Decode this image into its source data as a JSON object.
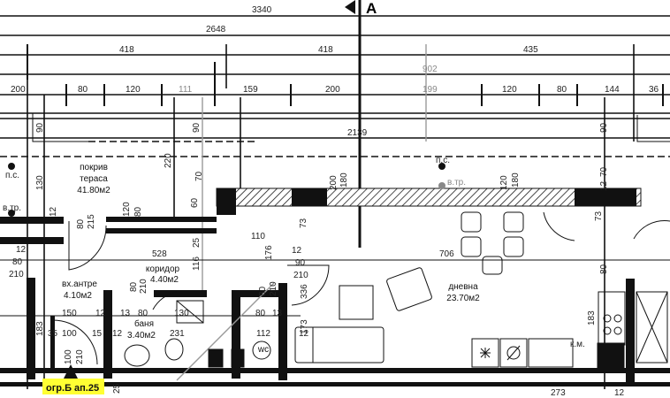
{
  "section_mark": {
    "label": "A"
  },
  "dimensions": {
    "row1": [
      "3340"
    ],
    "row2": [
      "2648"
    ],
    "row3": [
      "418",
      "418",
      "435"
    ],
    "row4": [
      "902"
    ],
    "row5": [
      "200",
      "80",
      "120",
      "111",
      "159",
      "200",
      "199",
      "120",
      "80",
      "144",
      "36"
    ],
    "inner": [
      "2139",
      "90",
      "90",
      "90",
      "220",
      "70",
      "70",
      "130",
      "12",
      "200",
      "180",
      "120",
      "180",
      "12",
      "528",
      "706",
      "116",
      "25",
      "110",
      "176",
      "73",
      "73",
      "80",
      "215",
      "120",
      "80",
      "12",
      "80",
      "210",
      "12",
      "90",
      "210",
      "80",
      "210",
      "80",
      "210",
      "150",
      "12",
      "13",
      "80",
      "130",
      "80",
      "13",
      "183",
      "35",
      "100",
      "15",
      "12",
      "231",
      "112",
      "12",
      "100",
      "210",
      "80",
      "183",
      "336",
      "173",
      "25",
      "273",
      "12",
      "60"
    ]
  },
  "markers": [
    {
      "label": "п.с."
    },
    {
      "label": "в.тр."
    },
    {
      "label": "п.с."
    },
    {
      "label": "в.тр."
    },
    {
      "label": "к.м."
    }
  ],
  "rooms": [
    {
      "name": "покрив\nтераса",
      "line1": "покрив",
      "line2": "тераса",
      "area": "41.80м2"
    },
    {
      "line1": "коридор",
      "area": "4.40м2"
    },
    {
      "line1": "вх.антре",
      "area": "4.10м2"
    },
    {
      "line1": "баня",
      "area": "3.40м2"
    },
    {
      "line1": "дневна",
      "area": "23.70м2"
    },
    {
      "line1": "wc",
      "area": ""
    }
  ],
  "apartment_label": {
    "text": "огр.Б ап.25",
    "highlight_color": "#ffff33"
  },
  "colors": {
    "lines": "#111111",
    "secondary_lines": "#999999",
    "highlight": "#ffff33"
  }
}
